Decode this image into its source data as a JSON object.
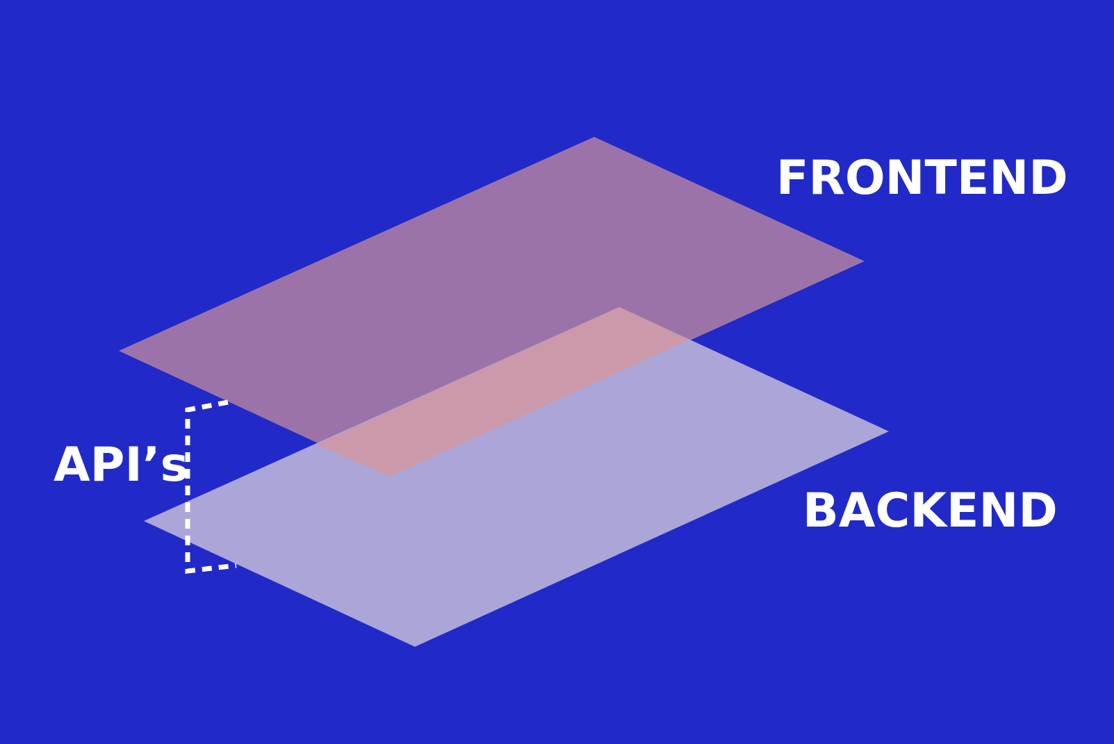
{
  "colors": {
    "background": "#212ac8",
    "frontend_plane": "#9c73a8",
    "backend_plane": "#aca6d8",
    "overlap": "#cc99aa",
    "label": "#ffffff",
    "bracket": "#ffffff"
  },
  "labels": {
    "frontend": "FRONTEND",
    "backend": "BACKEND",
    "apis": "API’s"
  }
}
